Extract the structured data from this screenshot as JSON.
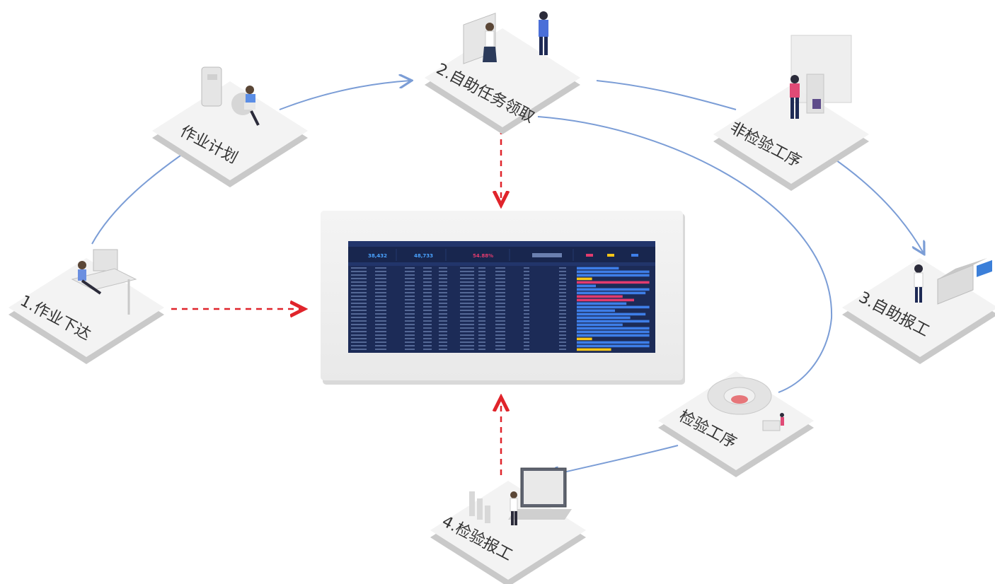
{
  "steps": {
    "plan": "作业计划",
    "issue": "1.作业下达",
    "claim": "2.自助任务领取",
    "non_inspect": "非检验工序",
    "self_report": "3.自助报工",
    "inspect": "检验工序",
    "inspect_report": "4.检验报工"
  },
  "colors": {
    "flow_line": "#7b9dd6",
    "dashed_arrow": "#e0242b",
    "tile_top": "#f3f3f3",
    "tile_side": "#c9c9c9",
    "dashboard_bg": "#1c2b57",
    "bar_blue": "#3e7ee8",
    "bar_pink": "#e23b6e",
    "bar_yellow": "#f5c518"
  },
  "dashboard": {
    "kpis": [
      {
        "value": "38,432",
        "color": "#4aa3ff"
      },
      {
        "value": "48,733",
        "color": "#4aa3ff"
      },
      {
        "value": "54.88%",
        "color": "#e23b6e"
      }
    ],
    "bar_fractions": [
      0.55,
      0.95,
      0.95,
      0.2,
      0.95,
      0.25,
      0.95,
      0.9,
      0.6,
      0.75,
      0.65,
      0.95,
      0.5,
      0.9,
      0.7,
      0.95,
      0.6,
      0.95,
      0.95,
      0.95,
      0.2,
      0.95,
      0.95,
      0.45
    ],
    "bar_colors": [
      "blue",
      "blue",
      "blue",
      "yellow",
      "pink",
      "blue",
      "blue",
      "blue",
      "pink",
      "pink",
      "blue",
      "blue",
      "blue",
      "blue",
      "blue",
      "blue",
      "blue",
      "blue",
      "blue",
      "blue",
      "yellow",
      "blue",
      "blue",
      "yellow"
    ]
  }
}
